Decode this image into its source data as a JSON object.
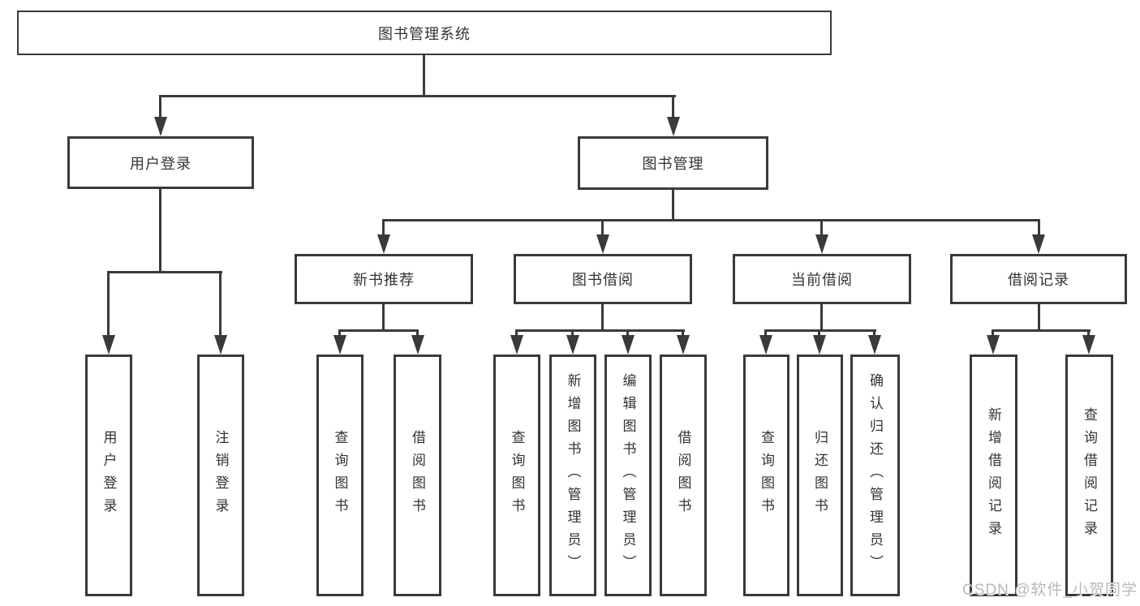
{
  "tree": {
    "root": "图书管理系统",
    "level1": {
      "user_login": "用户登录",
      "book_management": "图书管理"
    },
    "level2": {
      "new_book_recommend": "新书推荐",
      "book_borrow": "图书借阅",
      "current_borrow": "当前借阅",
      "borrow_records": "借阅记录"
    },
    "user_login_children": [
      "用户登录",
      "注销登录"
    ],
    "new_book_children": [
      "查询图书",
      "借阅图书"
    ],
    "book_borrow_children": [
      "查询图书",
      "新增图书（管理员）",
      "编辑图书（管理员）",
      "借阅图书"
    ],
    "current_borrow_children": [
      "查询图书",
      "归还图书",
      "确认归还（管理员）"
    ],
    "borrow_records_children": [
      "新增借阅记录",
      "查询借阅记录"
    ]
  },
  "watermark": {
    "text": "CSDN @软件_小贺同学"
  },
  "colors": {
    "line": "#3a3a3a",
    "text": "#333333",
    "watermark": "#b9b9b9",
    "background": "#ffffff"
  }
}
